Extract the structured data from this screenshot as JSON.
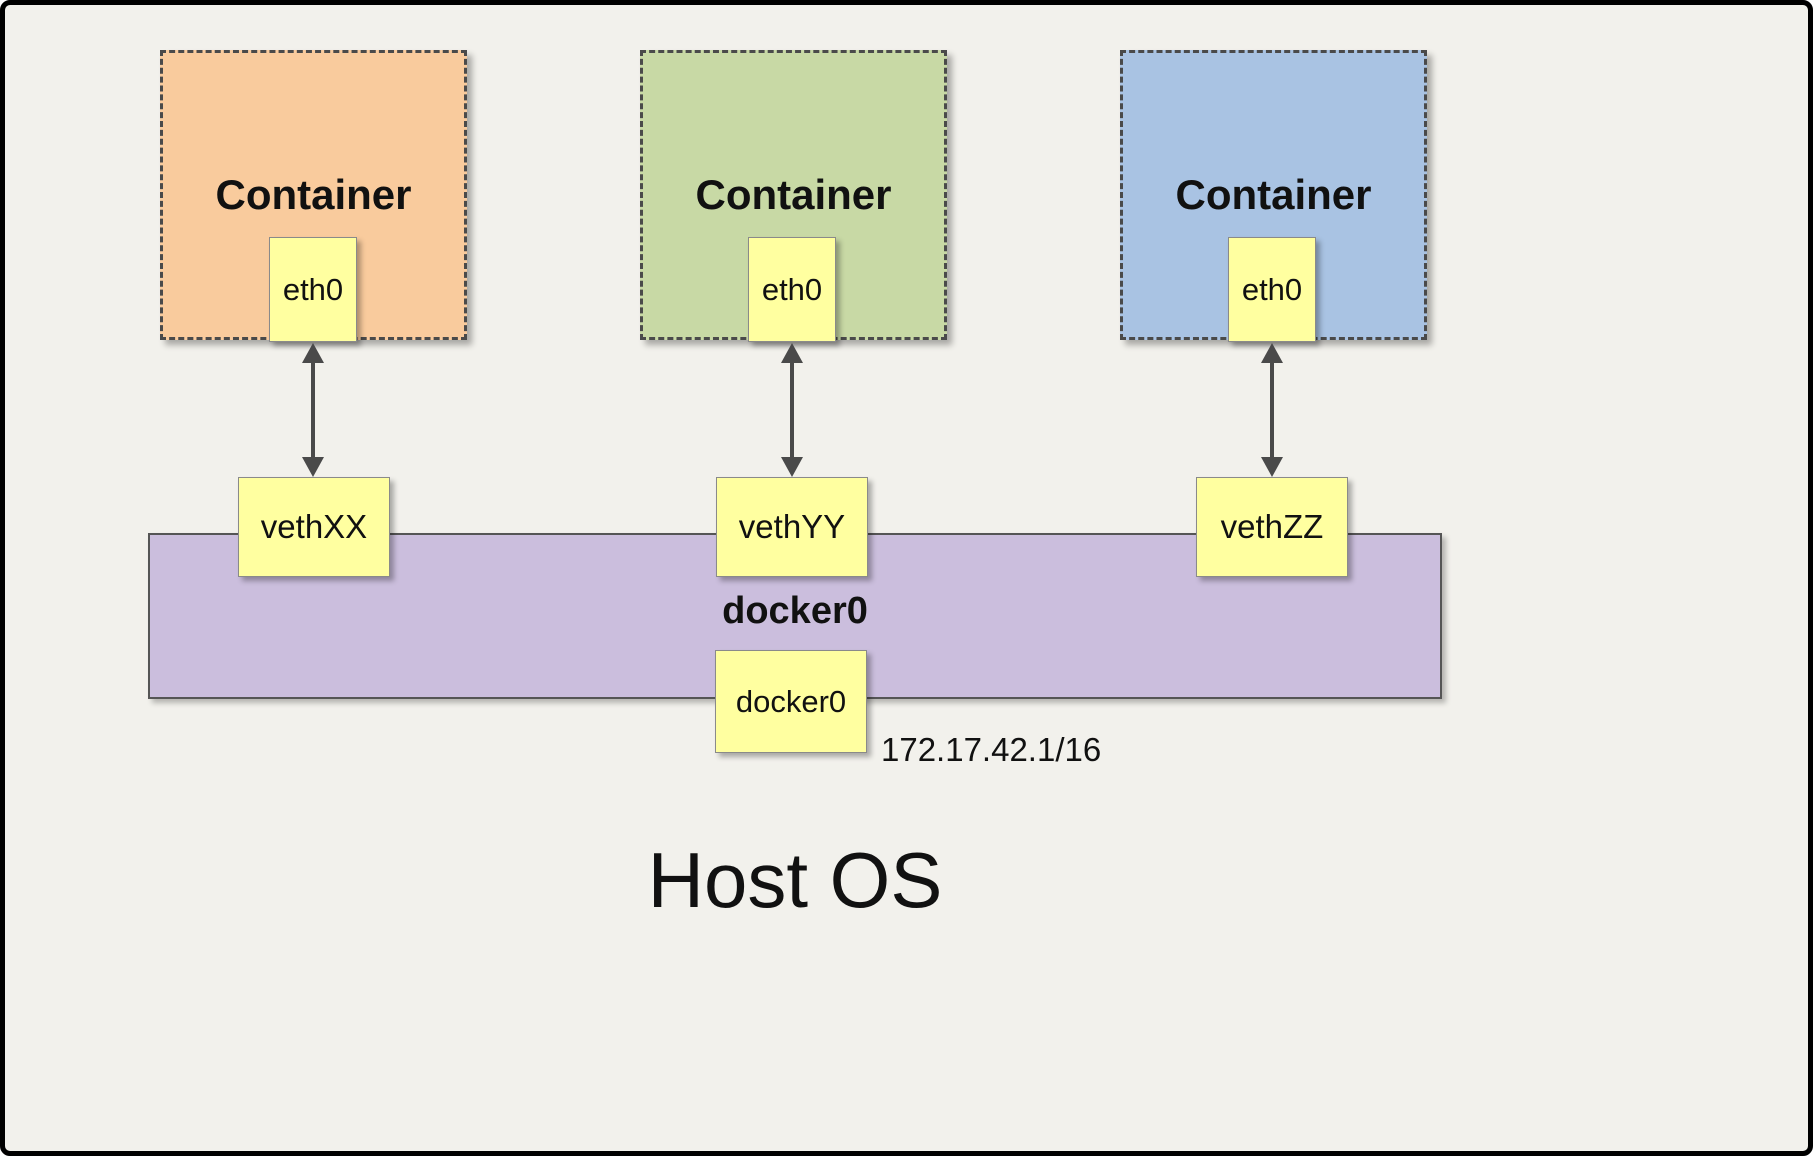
{
  "diagram": {
    "host_label": "Host OS",
    "bridge": {
      "label": "docker0",
      "interface": "docker0",
      "ip": "172.17.42.1/16",
      "color": "#cbbedd"
    },
    "containers": [
      {
        "label": "Container",
        "interface": "eth0",
        "veth": "vethXX",
        "color": "#f9cb9d"
      },
      {
        "label": "Container",
        "interface": "eth0",
        "veth": "vethYY",
        "color": "#c8d9a5"
      },
      {
        "label": "Container",
        "interface": "eth0",
        "veth": "vethZZ",
        "color": "#a9c3e3"
      }
    ],
    "colors": {
      "note_yellow": "#ffffa0",
      "background": "#f2f1ec",
      "arrow": "#4a4a4a"
    }
  }
}
